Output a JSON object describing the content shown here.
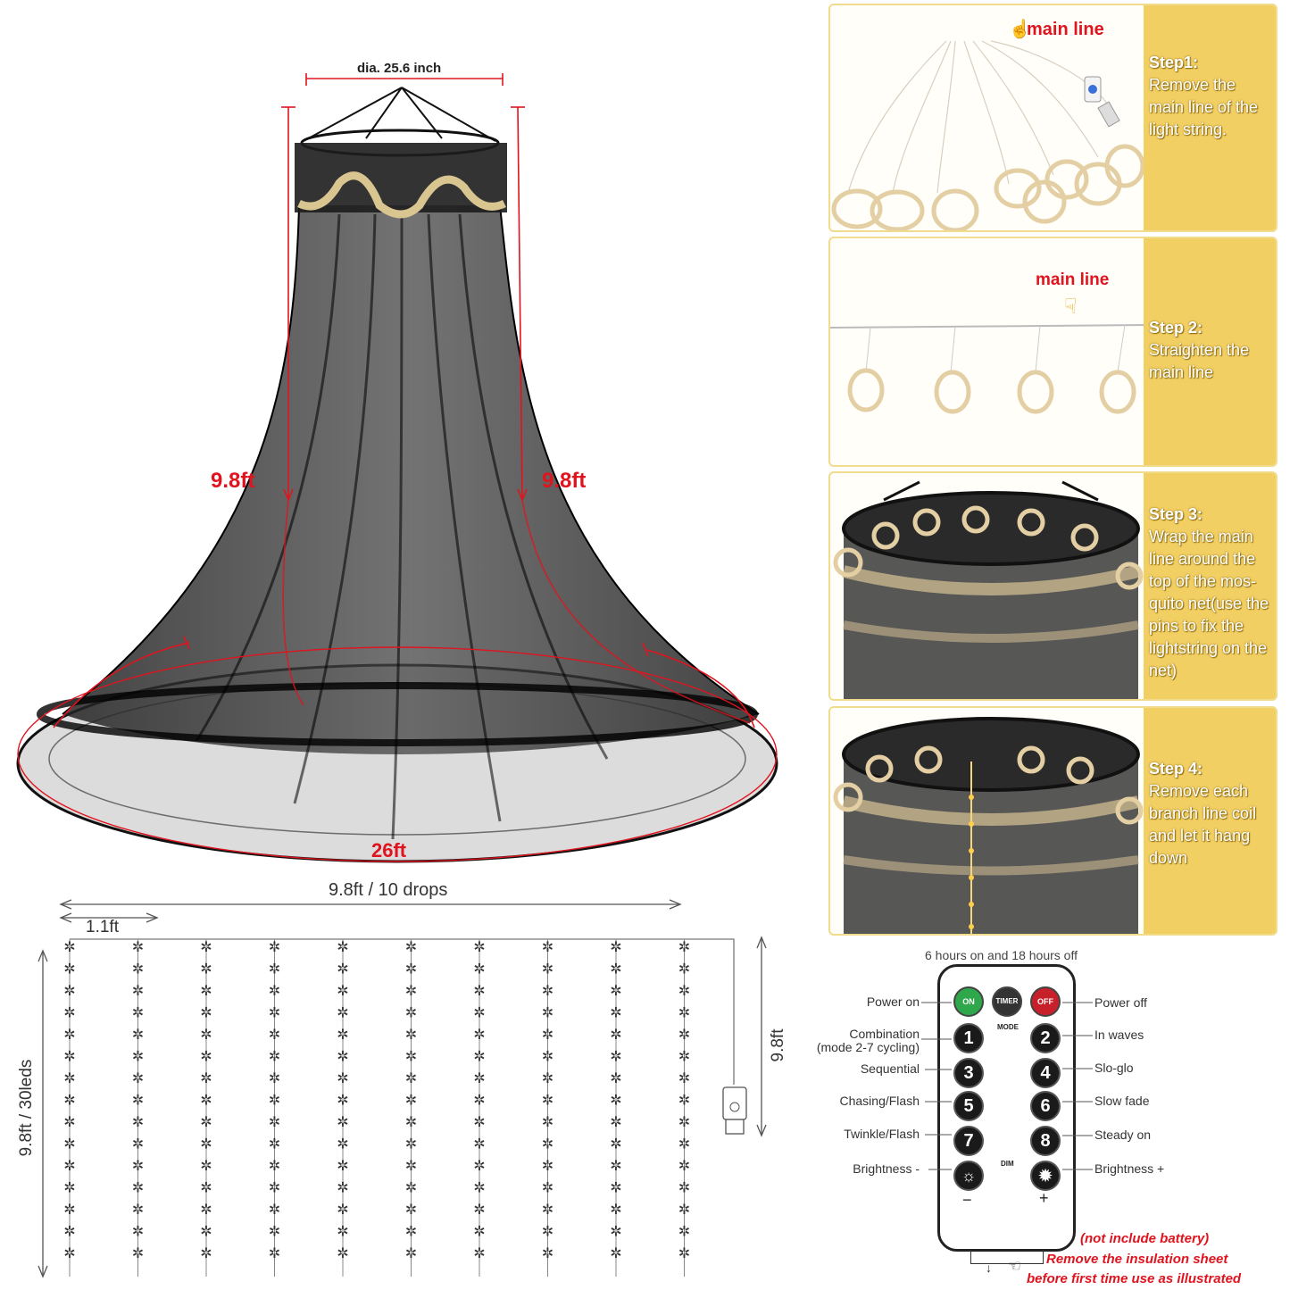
{
  "canopy": {
    "dia_label": "dia. 25.6 inch",
    "height_left": "9.8ft",
    "height_right": "9.8ft",
    "circumference": "26ft"
  },
  "curtain": {
    "width_label": "9.8ft / 10 drops",
    "spacing_label": "1.1ft",
    "height_label": "9.8ft / 30leds",
    "cord_label": "9.8ft"
  },
  "steps": [
    {
      "title": "Step1:",
      "text": "Remove the main line of the light string.",
      "marker": "main line"
    },
    {
      "title": "Step 2:",
      "text": "Straighten the main line",
      "marker": "main line"
    },
    {
      "title": "Step 3:",
      "text": "Wrap the main line around the top of the mos-quito net(use the pins to fix the lightstring on the net)"
    },
    {
      "title": "Step 4:",
      "text": "Remove each branch line coil and let it hang down"
    }
  ],
  "remote": {
    "timer_note": "6 hours on and 18 hours off",
    "btn_on": "ON",
    "btn_timer": "TIMER",
    "btn_off": "OFF",
    "mode_label": "MODE",
    "dim_label": "DIM",
    "left_labels": [
      "Power on",
      "Combination",
      "(mode 2-7 cycling)",
      "Sequential",
      "Chasing/Flash",
      "Twinkle/Flash",
      "Brightness -"
    ],
    "right_labels": [
      "Power off",
      "In waves",
      "Slo-glo",
      "Slow fade",
      "Steady on",
      "Brightness +"
    ],
    "numbers": [
      "1",
      "2",
      "3",
      "4",
      "5",
      "6",
      "7",
      "8"
    ],
    "minus": "−",
    "plus": "+"
  },
  "notes": {
    "battery": "(not include battery)",
    "insulation": "Remove the insulation sheet",
    "before_use": "before first time use as illustrated"
  },
  "colors": {
    "accent_red": "#e0141e",
    "step_yellow": "#f2cf63",
    "net_black": "#111111"
  }
}
